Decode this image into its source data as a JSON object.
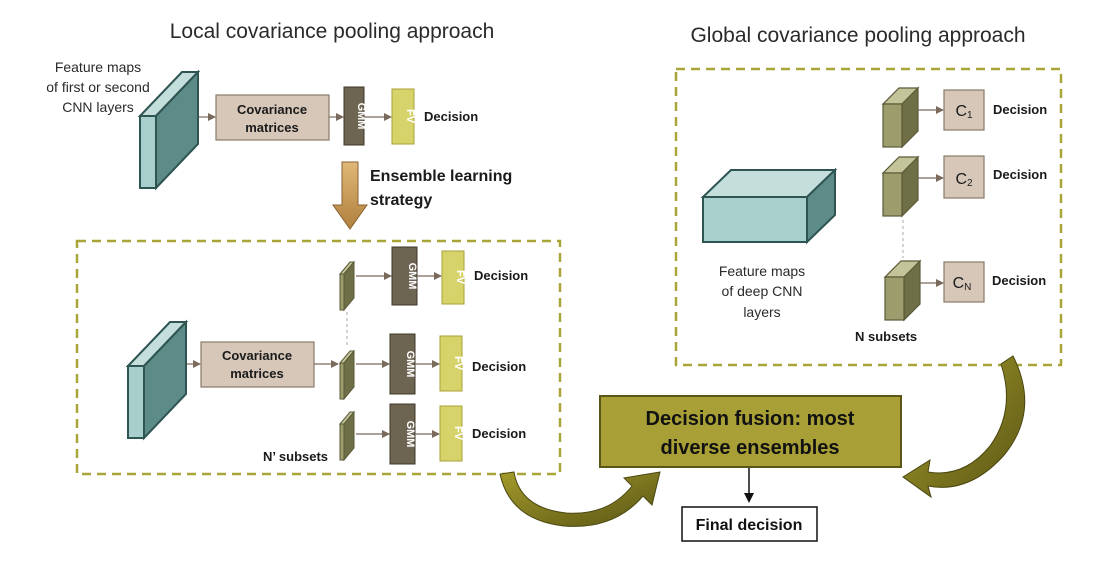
{
  "titles": {
    "local": "Local covariance pooling approach",
    "global": "Global covariance pooling approach"
  },
  "local": {
    "input_lines": [
      "Feature maps",
      "of first or second",
      "CNN layers"
    ],
    "cov_lines": [
      "Covariance",
      "matrices"
    ],
    "gmm": "GMM",
    "fv": "FV",
    "decision": "Decision",
    "ensemble_lines": [
      "Ensemble learning",
      "strategy"
    ],
    "subsets": "N’ subsets"
  },
  "global": {
    "input_lines": [
      "Feature maps",
      "of deep CNN",
      "layers"
    ],
    "classifiers": [
      {
        "label": "C",
        "sub": "1"
      },
      {
        "label": "C",
        "sub": "2"
      },
      {
        "label": "C",
        "sub": "N"
      }
    ],
    "decision": "Decision",
    "subsets": "N subsets"
  },
  "fusion_lines": [
    "Decision fusion: most",
    "diverse ensembles"
  ],
  "final": "Final decision",
  "colors": {
    "teal_front": "#a9cfcd",
    "teal_side": "#5c8b88",
    "teal_top": "#c4dedc",
    "teal_stroke": "#2f5553",
    "cov_fill": "#d6c7b9",
    "gmm_fill": "#6e6452",
    "fv_fill": "#d7d36b",
    "olive_front": "#9c9c6d",
    "olive_side": "#6f6f47",
    "olive_top": "#c4c49a",
    "fusion_fill": "#a8a036",
    "dashed": "#a9a538",
    "arrow_orange": "#c99b58"
  }
}
